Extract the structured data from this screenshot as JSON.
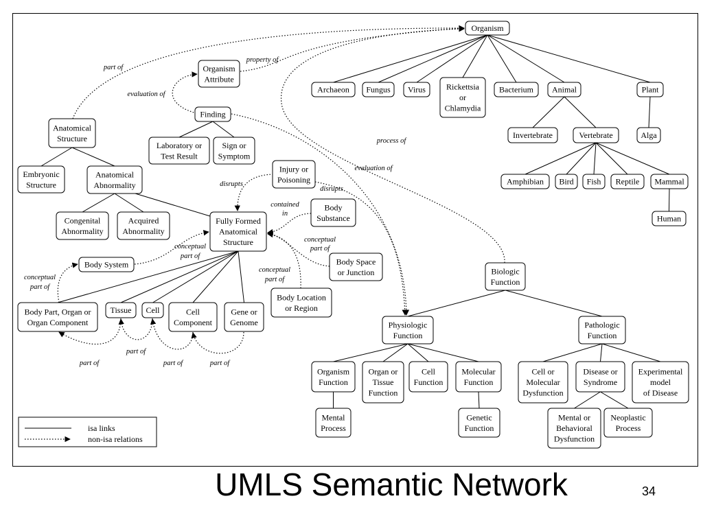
{
  "slide": {
    "title": "UMLS Semantic Network",
    "page_number": "34"
  },
  "legend": {
    "isa": "isa links",
    "non_isa": "non-isa relations"
  },
  "nodes": [
    {
      "id": "organism",
      "lines": [
        "Organism"
      ]
    },
    {
      "id": "archaeon",
      "lines": [
        "Archaeon"
      ]
    },
    {
      "id": "fungus",
      "lines": [
        "Fungus"
      ]
    },
    {
      "id": "virus",
      "lines": [
        "Virus"
      ]
    },
    {
      "id": "rickettsia",
      "lines": [
        "Rickettsia",
        "or",
        "Chlamydia"
      ]
    },
    {
      "id": "bacterium",
      "lines": [
        "Bacterium"
      ]
    },
    {
      "id": "animal",
      "lines": [
        "Animal"
      ]
    },
    {
      "id": "plant",
      "lines": [
        "Plant"
      ]
    },
    {
      "id": "invertebrate",
      "lines": [
        "Invertebrate"
      ]
    },
    {
      "id": "vertebrate",
      "lines": [
        "Vertebrate"
      ]
    },
    {
      "id": "alga",
      "lines": [
        "Alga"
      ]
    },
    {
      "id": "amphibian",
      "lines": [
        "Amphibian"
      ]
    },
    {
      "id": "bird",
      "lines": [
        "Bird"
      ]
    },
    {
      "id": "fish",
      "lines": [
        "Fish"
      ]
    },
    {
      "id": "reptile",
      "lines": [
        "Reptile"
      ]
    },
    {
      "id": "mammal",
      "lines": [
        "Mammal"
      ]
    },
    {
      "id": "human",
      "lines": [
        "Human"
      ]
    },
    {
      "id": "organism-attribute",
      "lines": [
        "Organism",
        "Attribute"
      ]
    },
    {
      "id": "finding",
      "lines": [
        "Finding"
      ]
    },
    {
      "id": "lab-result",
      "lines": [
        "Laboratory  or",
        "Test Result"
      ]
    },
    {
      "id": "sign-symptom",
      "lines": [
        "Sign or",
        "Symptom"
      ]
    },
    {
      "id": "anatomical-structure",
      "lines": [
        "Anatomical",
        "Structure"
      ]
    },
    {
      "id": "embryonic-structure",
      "lines": [
        "Embryonic",
        "Structure"
      ]
    },
    {
      "id": "anatomical-abnormality",
      "lines": [
        "Anatomical",
        "Abnormality"
      ]
    },
    {
      "id": "congenital-abnormality",
      "lines": [
        "Congenital",
        "Abnormality"
      ]
    },
    {
      "id": "acquired-abnormality",
      "lines": [
        "Acquired",
        "Abnormality"
      ]
    },
    {
      "id": "injury-poisoning",
      "lines": [
        "Injury or",
        "Poisoning"
      ]
    },
    {
      "id": "body-substance",
      "lines": [
        "Body",
        "Substance"
      ]
    },
    {
      "id": "fully-formed",
      "lines": [
        "Fully Formed",
        "Anatomical",
        "Structure"
      ]
    },
    {
      "id": "body-system",
      "lines": [
        "Body System"
      ]
    },
    {
      "id": "body-space",
      "lines": [
        "Body Space",
        "or Junction"
      ]
    },
    {
      "id": "body-location",
      "lines": [
        "Body Location",
        "or Region"
      ]
    },
    {
      "id": "body-part",
      "lines": [
        "Body Part, Organ or",
        "Organ Component"
      ]
    },
    {
      "id": "tissue",
      "lines": [
        "Tissue"
      ]
    },
    {
      "id": "cell",
      "lines": [
        "Cell"
      ]
    },
    {
      "id": "cell-component",
      "lines": [
        "Cell",
        "Component"
      ]
    },
    {
      "id": "gene-genome",
      "lines": [
        "Gene or",
        "Genome"
      ]
    },
    {
      "id": "biologic-function",
      "lines": [
        "Biologic",
        "Function"
      ]
    },
    {
      "id": "physiologic-function",
      "lines": [
        "Physiologic",
        "Function"
      ]
    },
    {
      "id": "pathologic-function",
      "lines": [
        "Pathologic",
        "Function"
      ]
    },
    {
      "id": "organism-function",
      "lines": [
        "Organism",
        "Function"
      ]
    },
    {
      "id": "organ-tissue-function",
      "lines": [
        "Organ or",
        "Tissue",
        "Function"
      ]
    },
    {
      "id": "cell-function",
      "lines": [
        "Cell",
        "Function"
      ]
    },
    {
      "id": "molecular-function",
      "lines": [
        "Molecular",
        "Function"
      ]
    },
    {
      "id": "cell-molecular-dysfunction",
      "lines": [
        "Cell or",
        "Molecular",
        "Dysfunction"
      ]
    },
    {
      "id": "disease-syndrome",
      "lines": [
        "Disease or",
        "Syndrome"
      ]
    },
    {
      "id": "experimental-model",
      "lines": [
        "Experimental",
        "model",
        "of Disease"
      ]
    },
    {
      "id": "mental-process",
      "lines": [
        "Mental",
        "Process"
      ]
    },
    {
      "id": "genetic-function",
      "lines": [
        "Genetic",
        "Function"
      ]
    },
    {
      "id": "mental-behavioral",
      "lines": [
        "Mental or",
        "Behavioral",
        "Dysfunction"
      ]
    },
    {
      "id": "neoplastic-process",
      "lines": [
        "Neoplastic",
        "Process"
      ]
    }
  ],
  "isa_links": [
    [
      "organism",
      "archaeon"
    ],
    [
      "organism",
      "fungus"
    ],
    [
      "organism",
      "virus"
    ],
    [
      "organism",
      "rickettsia"
    ],
    [
      "organism",
      "bacterium"
    ],
    [
      "organism",
      "animal"
    ],
    [
      "organism",
      "plant"
    ],
    [
      "animal",
      "invertebrate"
    ],
    [
      "animal",
      "vertebrate"
    ],
    [
      "plant",
      "alga"
    ],
    [
      "vertebrate",
      "amphibian"
    ],
    [
      "vertebrate",
      "bird"
    ],
    [
      "vertebrate",
      "fish"
    ],
    [
      "vertebrate",
      "reptile"
    ],
    [
      "vertebrate",
      "mammal"
    ],
    [
      "mammal",
      "human"
    ],
    [
      "finding",
      "lab-result"
    ],
    [
      "finding",
      "sign-symptom"
    ],
    [
      "anatomical-structure",
      "embryonic-structure"
    ],
    [
      "anatomical-structure",
      "anatomical-abnormality"
    ],
    [
      "anatomical-abnormality",
      "congenital-abnormality"
    ],
    [
      "anatomical-abnormality",
      "acquired-abnormality"
    ],
    [
      "fully-formed",
      "anatomical-abnormality"
    ],
    [
      "fully-formed",
      "body-part"
    ],
    [
      "fully-formed",
      "tissue"
    ],
    [
      "fully-formed",
      "cell"
    ],
    [
      "fully-formed",
      "cell-component"
    ],
    [
      "fully-formed",
      "gene-genome"
    ],
    [
      "biologic-function",
      "physiologic-function"
    ],
    [
      "biologic-function",
      "pathologic-function"
    ],
    [
      "physiologic-function",
      "organism-function"
    ],
    [
      "physiologic-function",
      "organ-tissue-function"
    ],
    [
      "physiologic-function",
      "cell-function"
    ],
    [
      "physiologic-function",
      "molecular-function"
    ],
    [
      "pathologic-function",
      "cell-molecular-dysfunction"
    ],
    [
      "pathologic-function",
      "disease-syndrome"
    ],
    [
      "pathologic-function",
      "experimental-model"
    ],
    [
      "organism-function",
      "mental-process"
    ],
    [
      "molecular-function",
      "genetic-function"
    ],
    [
      "disease-syndrome",
      "mental-behavioral"
    ],
    [
      "disease-syndrome",
      "neoplastic-process"
    ]
  ],
  "relation_labels": {
    "part_of": "part of",
    "property_of": "property of",
    "evaluation_of": "evaluation of",
    "process_of": "process  of",
    "disrupts": "disrupts",
    "contained_in": [
      "contained",
      "in"
    ],
    "conceptual_part_of": [
      "conceptual",
      "part of"
    ]
  }
}
